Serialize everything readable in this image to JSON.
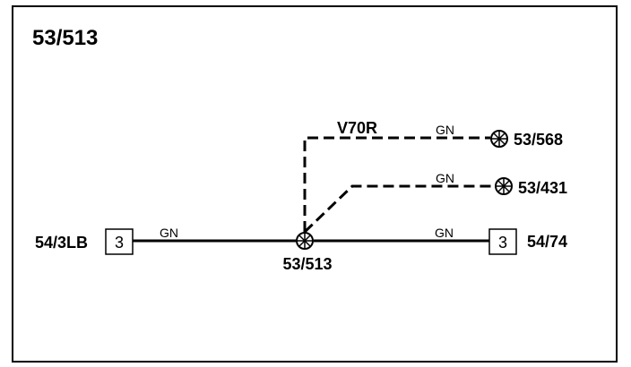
{
  "title": "53/513",
  "variant_label": "V70R",
  "wire_color": "GN",
  "connectors": {
    "left": {
      "name": "54/3LB",
      "pin": "3"
    },
    "right": {
      "name": "54/74",
      "pin": "3"
    }
  },
  "splices": {
    "center": "53/513",
    "upper": "53/568",
    "middle": "53/431"
  }
}
